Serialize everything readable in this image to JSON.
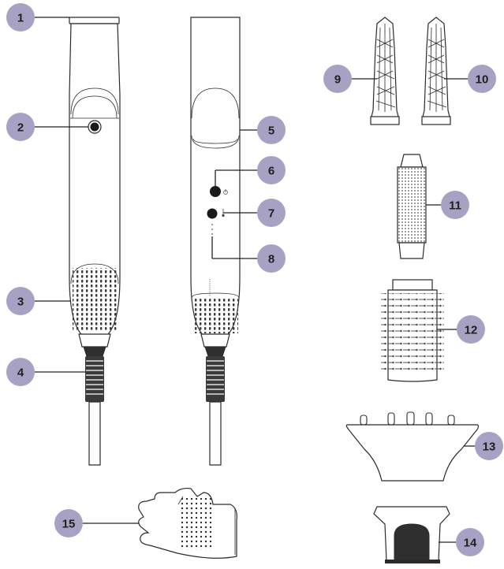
{
  "diagram": {
    "callout_color": "#a7a2c4",
    "callout_text_color": "#1f1f1f",
    "line_color": "#2b2b2b",
    "callouts": [
      {
        "id": "1",
        "label": "1"
      },
      {
        "id": "2",
        "label": "2"
      },
      {
        "id": "3",
        "label": "3"
      },
      {
        "id": "4",
        "label": "4"
      },
      {
        "id": "5",
        "label": "5"
      },
      {
        "id": "6",
        "label": "6"
      },
      {
        "id": "7",
        "label": "7"
      },
      {
        "id": "8",
        "label": "8"
      },
      {
        "id": "9",
        "label": "9"
      },
      {
        "id": "10",
        "label": "10"
      },
      {
        "id": "11",
        "label": "11"
      },
      {
        "id": "12",
        "label": "12"
      },
      {
        "id": "13",
        "label": "13"
      },
      {
        "id": "14",
        "label": "14"
      },
      {
        "id": "15",
        "label": "15"
      }
    ],
    "icons": {
      "power": "power-icon",
      "temperature": "thermometer-icon",
      "rotate": "rotate-icon"
    }
  }
}
